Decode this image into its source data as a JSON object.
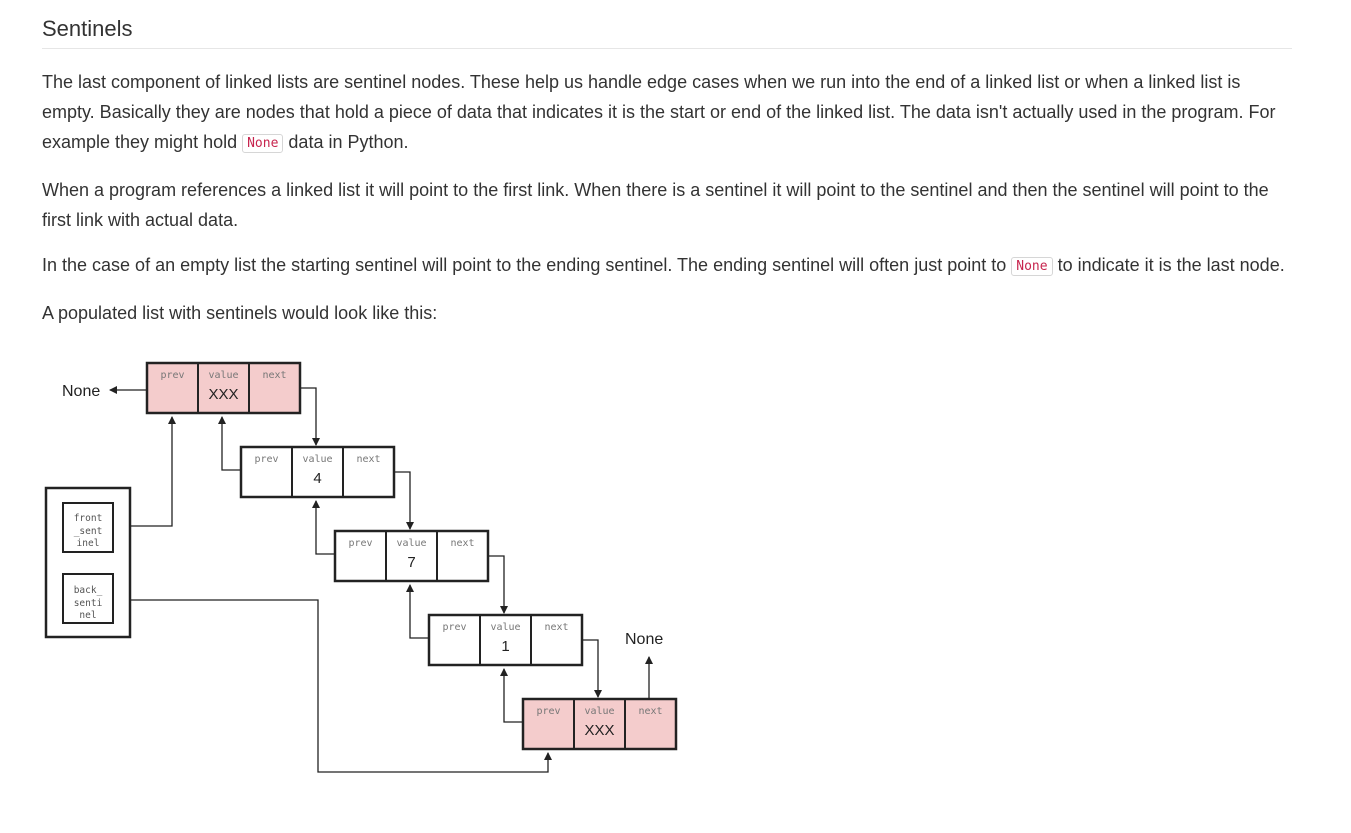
{
  "section": {
    "title": "Sentinels"
  },
  "paragraphs": {
    "p1_before": "The last component of linked lists are sentinel nodes. These help us handle edge cases when we run into the end of a linked list or when a linked list is empty. Basically they are nodes that hold a piece of data that indicates it is the start or end of the linked list. The data isn't actually used in the program. For example they might hold ",
    "p1_code": "None",
    "p1_after": " data in Python.",
    "p2": "When a program references a linked list it will point to the first link. When there is a sentinel it will point to the sentinel and then the sentinel will point to the first link with actual data.",
    "p3_before": "In the case of an empty list the starting sentinel will point to the ending sentinel. The ending sentinel will often just point to ",
    "p3_code": "None",
    "p3_after": " to indicate it is the last node.",
    "p4": "A populated list with sentinels would look like this:"
  },
  "diagram": {
    "none_left": "None",
    "none_right": "None",
    "field_prev": "prev",
    "field_value": "value",
    "field_next": "next",
    "nodes": [
      {
        "value": "XXX",
        "sentinel": true
      },
      {
        "value": "4",
        "sentinel": false
      },
      {
        "value": "7",
        "sentinel": false
      },
      {
        "value": "1",
        "sentinel": false
      },
      {
        "value": "XXX",
        "sentinel": true
      }
    ],
    "front_sentinel_lines": [
      "front",
      "_sent",
      "inel"
    ],
    "back_sentinel_lines": [
      "back_",
      "senti",
      "nel"
    ],
    "colors": {
      "sentinel_fill": "#f4cccc",
      "node_fill": "#ffffff",
      "stroke": "#222222",
      "field_text": "#777777"
    }
  }
}
